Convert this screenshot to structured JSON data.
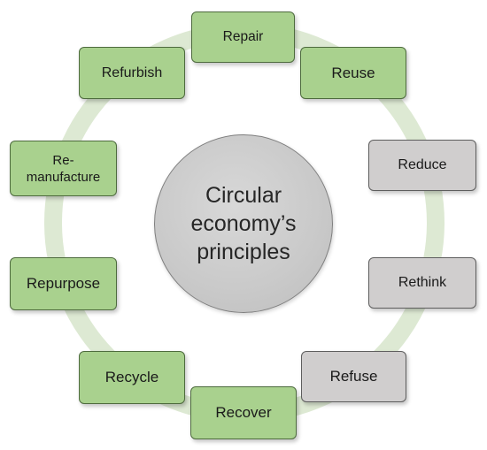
{
  "center": {
    "label": "Circular economy’s principles"
  },
  "principles": [
    {
      "label": "Repair",
      "group": "green"
    },
    {
      "label": "Reuse",
      "group": "green"
    },
    {
      "label": "Reduce",
      "group": "grey"
    },
    {
      "label": "Rethink",
      "group": "grey"
    },
    {
      "label": "Refuse",
      "group": "grey"
    },
    {
      "label": "Recover",
      "group": "green"
    },
    {
      "label": "Recycle",
      "group": "green"
    },
    {
      "label": "Repurpose",
      "group": "green"
    },
    {
      "label": "Re-\nmanufacture",
      "group": "green"
    },
    {
      "label": "Refurbish",
      "group": "green"
    }
  ],
  "colors": {
    "green": "#a9d18e",
    "grey": "#d0cece",
    "ring": "#dde9d3",
    "center": "#c9c9c9"
  }
}
